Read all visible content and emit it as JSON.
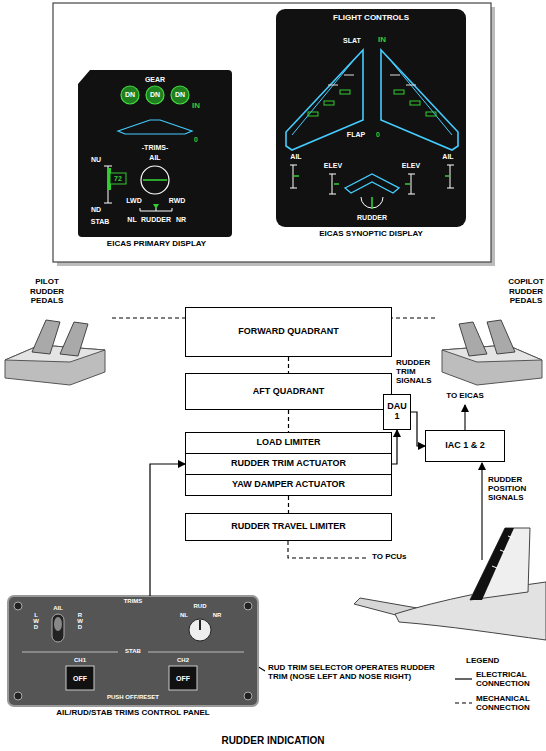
{
  "diagram": {
    "caption": "RUDDER INDICATION",
    "nodes": [
      {
        "text": [
          "EICAS PRIMARY DISPLAY"
        ]
      },
      {
        "text": [
          "EICAS SYNOPTIC DISPLAY"
        ]
      },
      {
        "text": [
          "PILOT RUDDER PEDALS"
        ]
      },
      {
        "text": [
          "COPILOT RUDDER PEDALS"
        ]
      },
      {
        "text": [
          "FORWARD QUADRANT"
        ]
      },
      {
        "text": [
          "AFT QUADRANT"
        ]
      },
      {
        "text": [
          "LOAD LIMITER"
        ]
      },
      {
        "text": [
          "RUDDER TRIM ACTUATOR"
        ]
      },
      {
        "text": [
          "YAW DAMPER ACTUATOR"
        ]
      },
      {
        "text": [
          "RUDDER TRAVEL LIMITER"
        ]
      },
      {
        "text": [
          "DAU 1"
        ]
      },
      {
        "text": [
          "IAC 1 & 2"
        ]
      },
      {
        "text": [
          "AIL/RUD/STAB TRIMS CONTROL PANEL"
        ]
      }
    ],
    "edges": [
      {
        "from": 2,
        "to": 4,
        "arrow": "none"
      },
      {
        "from": 3,
        "to": 4,
        "arrow": "none"
      },
      {
        "from": 4,
        "to": 5,
        "arrow": "none"
      },
      {
        "from": 5,
        "to": 6,
        "arrow": "none"
      },
      {
        "from": 8,
        "to": 9,
        "arrow": "none"
      },
      {
        "from": 7,
        "to": 10,
        "arrow": "to"
      },
      {
        "from": 10,
        "to": 11,
        "arrow": "to"
      },
      {
        "from": 12,
        "to": 7,
        "arrow": "to"
      }
    ],
    "labels": [
      "GEAR",
      "DN",
      "DN",
      "DN",
      "IN",
      "0",
      "-TRIMS-",
      "NU",
      "72",
      "AIL",
      "LWD",
      "RWD",
      "ND",
      "STAB",
      "NL",
      "RUDDER",
      "NR",
      "FLIGHT CONTROLS",
      "SLAT",
      "IN",
      "FLAP",
      "0",
      "AIL",
      "ELEV",
      "ELEV",
      "AIL",
      "RUDDER",
      "RUDDER TRIM SIGNALS",
      "TO EICAS",
      "RUDDER POSITION SIGNALS",
      "TO PCUs",
      "RUD TRIM SELECTOR OPERATES RUDDER TRIM (NOSE LEFT AND NOSE RIGHT)",
      "TRIMS",
      "AIL",
      "L W D",
      "R W D",
      "RUD",
      "NL",
      "NR",
      "STAB",
      "CH1",
      "CH2",
      "OFF",
      "OFF",
      "PUSH OFF/RESET",
      "LEGEND"
    ],
    "legend": [
      {
        "text": "ELECTRICAL CONNECTION"
      },
      {
        "text": "MECHANICAL CONNECTION"
      }
    ]
  }
}
